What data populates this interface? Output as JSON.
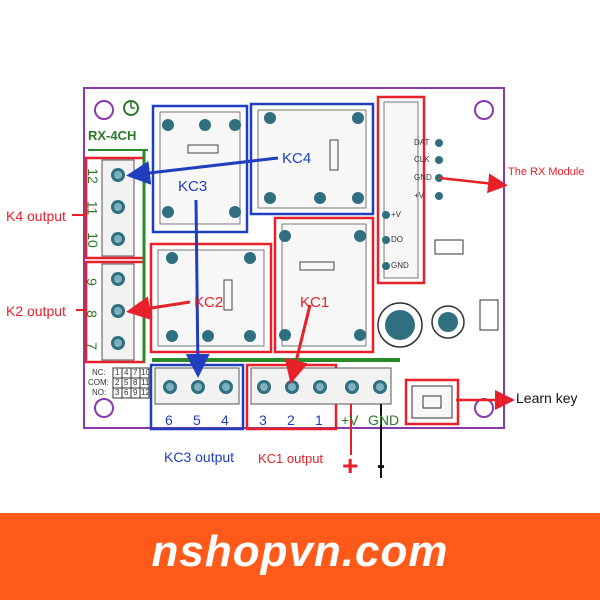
{
  "board": {
    "model": "RX-4CH",
    "relays": {
      "kc1": "KC1",
      "kc2": "KC2",
      "kc3": "KC3",
      "kc4": "KC4"
    },
    "left_terminal_pins": [
      "12",
      "11",
      "10",
      "9",
      "8",
      "7"
    ],
    "bottom_terminal_pins": [
      "6",
      "5",
      "4",
      "3",
      "2",
      "1",
      "+V",
      "GND"
    ],
    "rx_pins": [
      "DAT",
      "CLK",
      "GND",
      "+V"
    ],
    "power_pins": [
      "+V",
      "DO",
      "GND"
    ],
    "legend_rows": [
      {
        "label": "NC:",
        "cells": [
          "1",
          "4",
          "7",
          "10"
        ]
      },
      {
        "label": "COM:",
        "cells": [
          "2",
          "5",
          "8",
          "11"
        ]
      },
      {
        "label": "NO:",
        "cells": [
          "3",
          "6",
          "9",
          "12"
        ]
      }
    ]
  },
  "labels": {
    "k4_output": "K4 output",
    "k2_output": "K2 output",
    "kc3_output": "KC3 output",
    "kc1_output": "KC1 output",
    "rx_module": "The RX Module",
    "learn_key": "Learn key",
    "plus": "+",
    "minus": "-"
  },
  "brand": {
    "text": "nshopvn.com",
    "bg_color": "#ff5a1a"
  },
  "colors": {
    "red": "#e8202a",
    "blue": "#1f3fbf",
    "board_outline": "#8a3aa8",
    "green": "#2a8a2a"
  }
}
